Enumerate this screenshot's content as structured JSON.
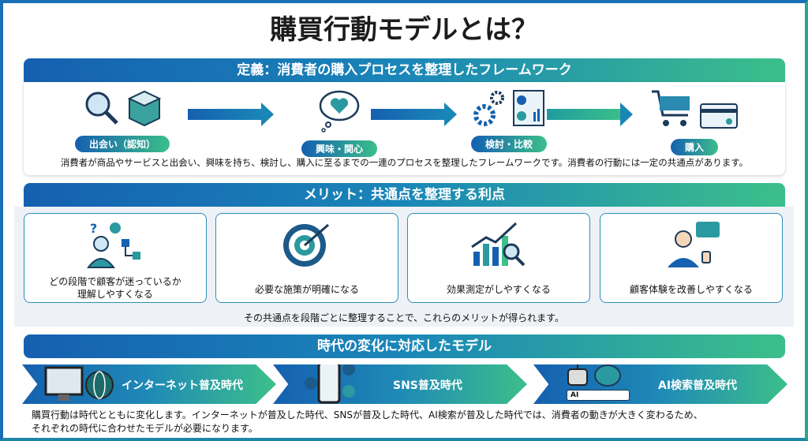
{
  "title": "購買行動モデルとは？",
  "definition": {
    "header": "定義：消費者の購入プロセスを整理したフレームワーク",
    "stages": [
      {
        "label": "出会い（認知）",
        "icons": [
          "magnifier-icon",
          "box-icon"
        ]
      },
      {
        "label": "興味・関心",
        "icons": [
          "thought-heart-icon"
        ]
      },
      {
        "label": "検討・比較",
        "icons": [
          "gears-icon",
          "report-icon"
        ]
      },
      {
        "label": "購入",
        "icons": [
          "cart-icon",
          "credit-card-icon"
        ]
      }
    ],
    "description": "消費者が商品やサービスと出会い、興味を持ち、検討し、購入に至るまでの一連のプロセスを整理したフレームワークです。消費者の行動には一定の共通点があります。"
  },
  "merits": {
    "header": "メリット：共通点を整理する利点",
    "items": [
      {
        "label": "どの段階で顧客が迷っているか理解しやすくなる",
        "icon": "confused-person-flow-icon"
      },
      {
        "label": "必要な施策が明確になる",
        "icon": "target-icon"
      },
      {
        "label": "効果測定がしやすくなる",
        "icon": "chart-magnifier-icon"
      },
      {
        "label": "顧客体験を改善しやすくなる",
        "icon": "person-thumbs-up-icon"
      }
    ],
    "caption": "その共通点を段階ごとに整理することで、これらのメリットが得られます。"
  },
  "eras": {
    "header": "時代の変化に対応したモデル",
    "items": [
      {
        "label": "インターネット普及時代",
        "icon": "computer-globe-icon"
      },
      {
        "label": "SNS普及時代",
        "icon": "smartphone-social-icon"
      },
      {
        "label": "AI検索普及時代",
        "icon": "robot-brain-search-icon",
        "search_text": "AI"
      }
    ],
    "description_line1": "購買行動は時代とともに変化します。インターネットが普及した時代、SNSが普及した時代、AI検索が普及した時代では、消費者の動きが大きく変わるため、",
    "description_line2": "それぞれの時代に合わせたモデルが必要になります。"
  }
}
